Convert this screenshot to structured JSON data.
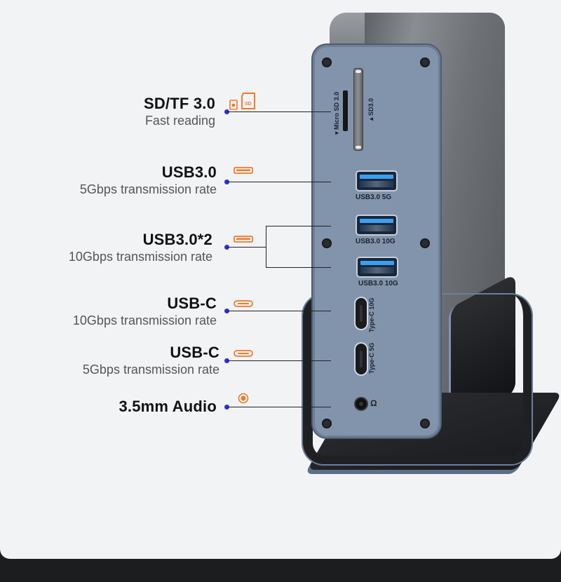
{
  "features": [
    {
      "id": "sd",
      "title": "SD/TF 3.0",
      "subtitle": "Fast reading",
      "icon": "sd-card-icon"
    },
    {
      "id": "usb-a-5g",
      "title": "USB3.0",
      "subtitle": "5Gbps transmission rate",
      "icon": "usb-a-icon"
    },
    {
      "id": "usb-a-10g",
      "title": "USB3.0*2",
      "subtitle": "10Gbps transmission rate",
      "icon": "usb-a-icon"
    },
    {
      "id": "usb-c-10g",
      "title": "USB-C",
      "subtitle": "10Gbps transmission rate",
      "icon": "usb-c-icon"
    },
    {
      "id": "usb-c-5g",
      "title": "USB-C",
      "subtitle": "5Gbps transmission rate",
      "icon": "usb-c-icon"
    },
    {
      "id": "audio",
      "title": "3.5mm Audio",
      "subtitle": "",
      "icon": "audio-jack-icon"
    }
  ],
  "device": {
    "slot_labels": {
      "micro_sd": "▾ Micro SD 3.0",
      "sd": "▴ SD3.0"
    },
    "usb_a_ports": [
      "USB3.0  5G",
      "USB3.0  10G",
      "USB3.0  10G"
    ],
    "usb_c_ports": [
      "Type-C 10G",
      "Type-C 5G"
    ],
    "audio_symbol": "Ω"
  },
  "colors": {
    "background": "#f2f3f5",
    "footer": "#1c1d1f",
    "accent_orange": "#f07a2a",
    "connector_dot": "#2a2ee0",
    "panel_blue": "#8294ab"
  }
}
